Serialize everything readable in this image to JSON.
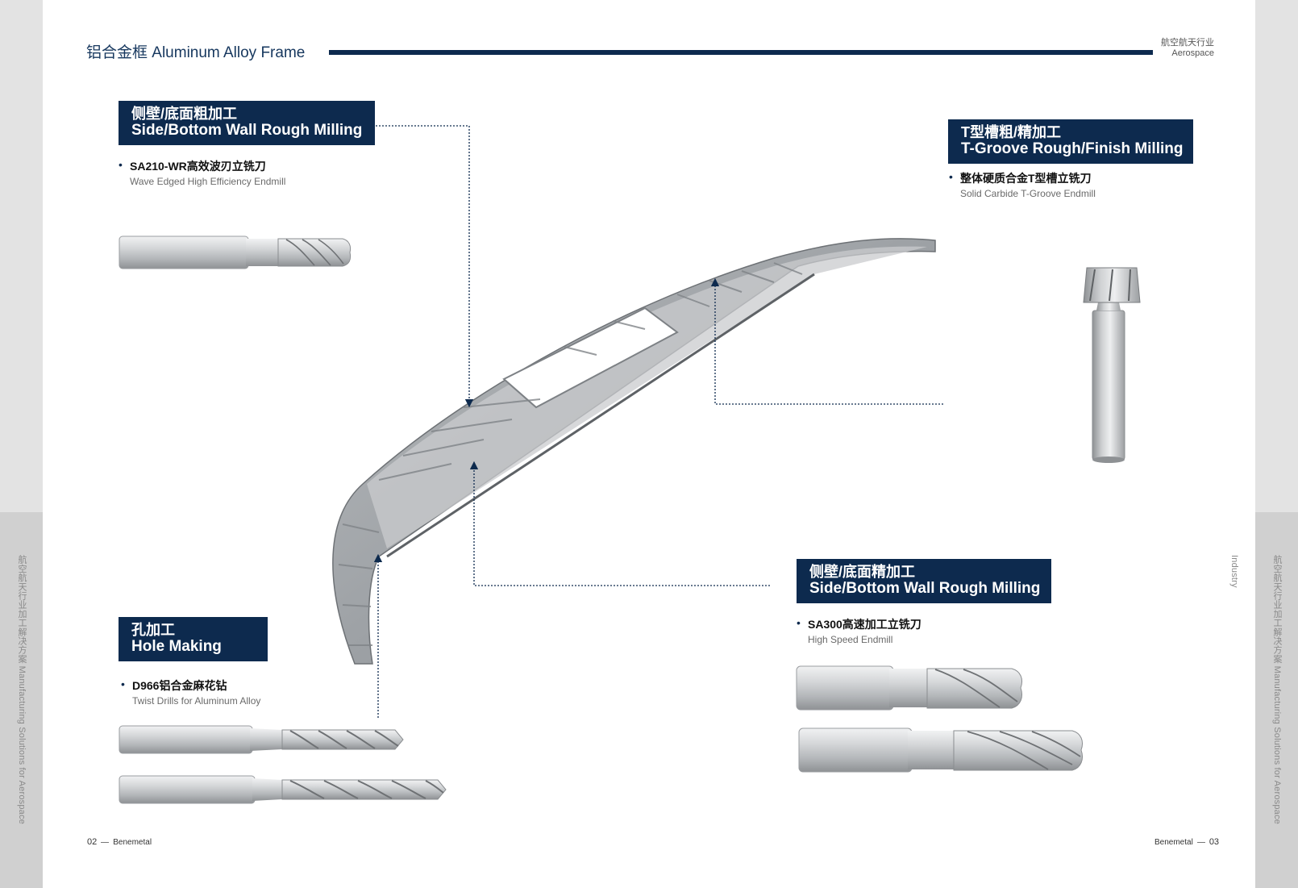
{
  "header": {
    "title": "铝合金框 Aluminum Alloy Frame",
    "industry_zh": "航空航天行业",
    "industry_en": "Aerospace"
  },
  "side_text": "航空航天行业加工解决方案 Manufacturing Solutions for Aerospace Industry",
  "sections": [
    {
      "title_zh": "侧壁/底面粗加工",
      "title_en": "Side/Bottom Wall Rough Milling",
      "tool_name": "SA210-WR高效波刃立铣刀",
      "tool_desc": "Wave Edged High Efficiency Endmill"
    },
    {
      "title_zh": "T型槽粗/精加工",
      "title_en": "T-Groove Rough/Finish Milling",
      "tool_name": "整体硬质合金T型槽立铣刀",
      "tool_desc": "Solid Carbide T-Groove Endmill"
    },
    {
      "title_zh": "侧壁/底面精加工",
      "title_en": "Side/Bottom Wall Rough Milling",
      "tool_name": "SA300高速加工立铣刀",
      "tool_desc": "High Speed Endmill"
    },
    {
      "title_zh": "孔加工",
      "title_en": "Hole Making",
      "tool_name": "D966铝合金麻花钻",
      "tool_desc": "Twist Drills for Aluminum Alloy"
    }
  ],
  "footer": {
    "left_page": "02",
    "right_page": "03",
    "brand": "Benemetal"
  },
  "colors": {
    "navy": "#0d2a4e",
    "title_blue": "#16375e",
    "side_band_light": "#e3e3e3",
    "side_band_dark": "#d0d0d0",
    "tool_metal": "#c7c9cc"
  }
}
